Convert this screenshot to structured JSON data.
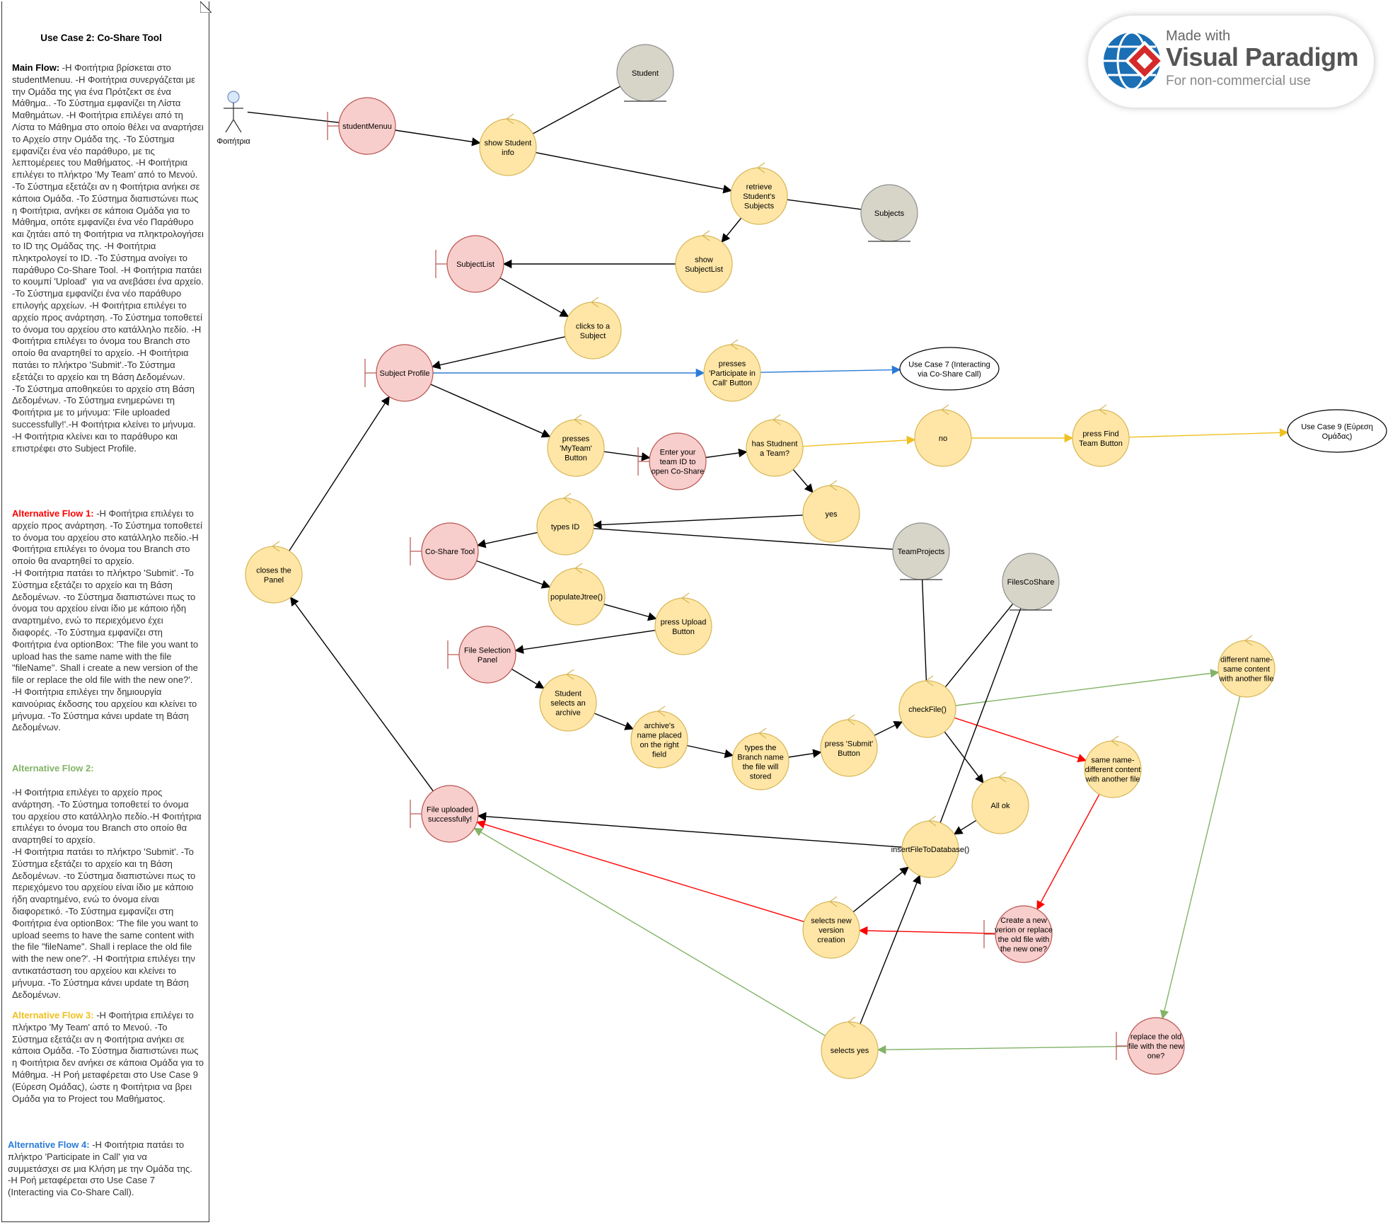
{
  "note": {
    "title": "Use Case 2: Co-Share Tool",
    "main_flow_heading": "Main Flow:",
    "main_flow_text": " -Η Φοιτήτρια βρίσκεται στο studentMenuu. -Η Φοιτήτρια συνεργάζεται με την Ομάδα της για ένα Πρότζεκτ σε ένα Μάθημα.. -Το Σύστημα εμφανίζει τη Λίστα Μαθημάτων. -Η Φοιτήτρια επιλέγει από τη Λίστα το Μάθημα στο οποίο θέλει να αναρτήσει το Αρχείο στην Ομάδα της. -Το Σύστημα εμφανίζει ένα νέο παράθυρο, με τις λεπτομέρειες του Μαθήματος. -Η Φοιτήτρια επιλέγει το πλήκτρο 'My Team' από το Μενού. -Το Σύστημα εξετάζει αν η Φοιτήτρια ανήκει σε κάποια Ομάδα. -Το Σύστημα διαπιστώνει πως η Φοιτήτρια, ανήκει σε κάποια Ομάδα για το Μάθημα, οπότε εμφανίζει ένα νέο Παράθυρο και ζητάει από τη Φοιτήτρια να πληκτρολογήσει το ID της Ομάδας της. -Η Φοιτήτρια πληκτρολογεί το ID. -Το Σύστημα ανοίγει το παράθυρο Co-Share Tool. -Η Φοιτήτρια πατάει το κουμπί 'Upload'  για να ανεβάσει ένα αρχείο. -Το Σύστημα εμφανίζει ένα νέο παράθυρο επιλογής αρχείων. -Η Φοιτήτρια επιλέγει το αρχείο προς ανάρτηση. -Το Σύστημα τοποθετεί το όνομα του αρχείου στο κατάλληλο πεδίο. -Η Φοιτήτρια επιλέγει το όνομα του Branch στο οποίο θα αναρτηθεί το αρχείο. -Η Φοιτήτρια πατάει το πλήκτρο 'Submit'.-Το Σύστημα εξετάζει το αρχείο και τη Βάση Δεδομένων.\n-Το Σύστημα αποθηκεύει το αρχείο στη Βάση Δεδομένων. -Το Σύστημα ενημερώνει τη Φοιτήτρια με το μήνυμα: 'File uploaded successfully!'.-Η Φοιτήτρια κλείνει το μήνυμα. -Η Φοιτήτρια κλείνει και το παράθυρο και επιστρέφει στο Subject Profile.",
    "alt1_heading": "Alternative Flow 1:",
    "alt1_text": " -Η Φοιτήτρια επιλέγει το αρχείο προς ανάρτηση. -Το Σύστημα τοποθετεί το όνομα του αρχείου στο κατάλληλο πεδίο.-Η Φοιτήτρια επιλέγει το όνομα του Branch στο οποίο θα αναρτηθεί το αρχείο.\n-Η Φοιτήτρια πατάει το πλήκτρο 'Submit'. -Το Σύστημα εξετάζει το αρχείο και τη Βάση Δεδομένων. -το Σύστημα διαπιστώνει πως το όνομα του αρχείου είναι ίδιο με κάποιο ήδη αναρτημένο, ενώ το περιεχόμενο έχει διαφορές. -Το Σύστημα εμφανίζει στη Φοιτήτρια ένα optionBox: 'The file you want to upload has the same name with the file \"fileName\". Shall i create a new version of the file or replace the old file with the new one?'. -Η Φοιτήτρια επιλέγει την δημιουργία καινούριας έκδοσης του αρχείου και κλείνει το μήνυμα. -Το Σύστημα κάνει update τη Βάση Δεδομένων.",
    "alt2_heading": "Alternative Flow 2:",
    "alt2_text": "-Η Φοιτήτρια επιλέγει το αρχείο προς ανάρτηση. -Το Σύστημα τοποθετεί το όνομα του αρχείου στο κατάλληλο πεδίο.-Η Φοιτήτρια επιλέγει το όνομα του Branch στο οποίο θα αναρτηθεί το αρχείο.\n-Η Φοιτήτρια πατάει το πλήκτρο 'Submit'. -Το Σύστημα εξετάζει το αρχείο και τη Βάση Δεδομένων. -το Σύστημα διαπιστώνει πως το περιεχόμενο του αρχείου είναι ίδιο με κάποιο ήδη αναρτημένο, ενώ το όνομα είναι διαφορετικό. -Το Σύστημα εμφανίζει στη Φοιτήτρια ένα optionBox: 'The file you want to upload seems to have the same content with the file \"fileName\". Shall i replace the old file with the new one?'. -Η Φοιτήτρια επιλέγει την αντικατάσταση του αρχείου και κλείνει το μήνυμα. -Το Σύστημα κάνει update τη Βάση Δεδομένων.",
    "alt3_heading": "Alternative Flow 3:",
    "alt3_text": " -Η Φοιτήτρια επιλέγει το πλήκτρο 'My Team' από το Μενού. -Το Σύστημα εξετάζει αν η Φοιτήτρια ανήκει σε κάποια Ομάδα. -Το Σύστημα διαπιστώνει πως η Φοιτήτρια δεν ανήκει σε κάποια Ομάδα για το Μάθημα. -Η Ροή μεταφέρεται στο Use Case 9 (Εύρεση Ομάδας), ώστε η Φοιτήτρια να βρει Ομάδα για το Project του Μαθήματος.",
    "alt4_heading": "Alternative Flow 4:",
    "alt4_text": " -Η Φοιτήτρια πατάει το πλήκτρο 'Participate in Call' για να συμμετάσχει σε μια Κλήση με την Ομάδα της. -Η Ροή μεταφέρεται στο Use Case 7 (Interacting via Co-Share Call)."
  },
  "colors": {
    "control_fill": "#ffe6a6",
    "control_stroke": "#d6b656",
    "boundary_fill": "#f8cecc",
    "boundary_stroke": "#b85450",
    "entity_fill": "#d6d5c8",
    "entity_stroke": "#909090",
    "main_flow": "#000000",
    "alt1": "#ff0000",
    "alt2": "#82b366",
    "alt3": "#f0c020",
    "alt4": "#2b7bd6"
  },
  "badge": {
    "made_with": "Made with",
    "brand": "Visual Paradigm",
    "sub": "For non-commercial use"
  },
  "diagram": {
    "actor": {
      "id": "actor",
      "label": "Φοιτήτρια"
    },
    "nodes": [
      {
        "id": "studentMenuu",
        "type": "boundary",
        "lines": [
          "studentMenuu"
        ]
      },
      {
        "id": "showStudentInfo",
        "type": "control",
        "lines": [
          "show Student",
          "info"
        ]
      },
      {
        "id": "student",
        "type": "entity",
        "lines": [
          "Student"
        ]
      },
      {
        "id": "retrieveSubjects",
        "type": "control",
        "lines": [
          "retrieve",
          "Student's",
          "Subjects"
        ]
      },
      {
        "id": "subjects",
        "type": "entity",
        "lines": [
          "Subjects"
        ]
      },
      {
        "id": "showSubjectList",
        "type": "control",
        "lines": [
          "show",
          "SubjectList"
        ]
      },
      {
        "id": "subjectList",
        "type": "boundary",
        "lines": [
          "SubjectList"
        ]
      },
      {
        "id": "clicksSubject",
        "type": "control",
        "lines": [
          "clicks to a",
          "Subject"
        ]
      },
      {
        "id": "subjectProfile",
        "type": "boundary",
        "lines": [
          "Subject Profile"
        ]
      },
      {
        "id": "pressesParticipate",
        "type": "control",
        "lines": [
          "presses",
          "'Participate in",
          "Call' Button"
        ]
      },
      {
        "id": "useCase7",
        "type": "usecase",
        "lines": [
          "Use Case 7 (Interacting",
          "via Co-Share Call)"
        ]
      },
      {
        "id": "pressesMyTeam",
        "type": "control",
        "lines": [
          "presses",
          "'MyTeam'",
          "Button"
        ]
      },
      {
        "id": "enterTeamId",
        "type": "boundary",
        "lines": [
          "Enter your",
          "team ID to",
          "open Co-Share"
        ]
      },
      {
        "id": "hasTeam",
        "type": "control",
        "lines": [
          "has Studnent",
          "a Team?"
        ]
      },
      {
        "id": "no",
        "type": "control",
        "lines": [
          "no"
        ]
      },
      {
        "id": "pressFindTeam",
        "type": "control",
        "lines": [
          "press Find",
          "Team Button"
        ]
      },
      {
        "id": "useCase9",
        "type": "usecase",
        "lines": [
          "Use Case 9 (Εύρεση",
          "Ομάδας)"
        ]
      },
      {
        "id": "yes",
        "type": "control",
        "lines": [
          "yes"
        ]
      },
      {
        "id": "typesId",
        "type": "control",
        "lines": [
          "types ID"
        ]
      },
      {
        "id": "coShareTool",
        "type": "boundary",
        "lines": [
          "Co-Share Tool"
        ]
      },
      {
        "id": "teamProjects",
        "type": "entity",
        "lines": [
          "TeamProjects"
        ]
      },
      {
        "id": "populateJtree",
        "type": "control",
        "lines": [
          "populateJtree()"
        ]
      },
      {
        "id": "pressUpload",
        "type": "control",
        "lines": [
          "press Upload",
          "Button"
        ]
      },
      {
        "id": "filesCoShare",
        "type": "entity",
        "lines": [
          "FilesCoShare"
        ]
      },
      {
        "id": "fileSelectionPanel",
        "type": "boundary",
        "lines": [
          "File Selection",
          "Panel"
        ]
      },
      {
        "id": "studentSelectsArchive",
        "type": "control",
        "lines": [
          "Student",
          "selects an",
          "archive"
        ]
      },
      {
        "id": "archiveNamePlaced",
        "type": "control",
        "lines": [
          "archive's",
          "name placed",
          "on the right",
          "field"
        ]
      },
      {
        "id": "typesBranch",
        "type": "control",
        "lines": [
          "types the",
          "Branch name",
          "the file will",
          "stored"
        ]
      },
      {
        "id": "pressSubmit",
        "type": "control",
        "lines": [
          "press 'Submit'",
          "Button"
        ]
      },
      {
        "id": "checkFile",
        "type": "control",
        "lines": [
          "checkFile()"
        ]
      },
      {
        "id": "differentName",
        "type": "control",
        "lines": [
          "different name-",
          "same content",
          "with another file"
        ]
      },
      {
        "id": "sameName",
        "type": "control",
        "lines": [
          "same name-",
          "different content",
          "with another file"
        ]
      },
      {
        "id": "allOk",
        "type": "control",
        "lines": [
          "All ok"
        ]
      },
      {
        "id": "insertFile",
        "type": "control",
        "lines": [
          "insertFileToDatabase()"
        ]
      },
      {
        "id": "fileUploaded",
        "type": "boundary",
        "lines": [
          "File uploaded",
          "successfully!"
        ]
      },
      {
        "id": "closesPanel",
        "type": "control",
        "lines": [
          "closes the",
          "Panel"
        ]
      },
      {
        "id": "selectsNewVersion",
        "type": "control",
        "lines": [
          "selects new",
          "version",
          "creation"
        ]
      },
      {
        "id": "createNewVersion",
        "type": "boundary",
        "lines": [
          "Create a new",
          "verion or replace",
          "the old file with",
          "the new one?"
        ]
      },
      {
        "id": "selectsYes",
        "type": "control",
        "lines": [
          "selects yes"
        ]
      },
      {
        "id": "replaceOldFile",
        "type": "boundary",
        "lines": [
          "replace the old",
          "file with the new",
          "one?"
        ]
      }
    ],
    "edges": [
      {
        "from": "actor",
        "to": "studentMenuu",
        "flow": "assoc"
      },
      {
        "from": "studentMenuu",
        "to": "showStudentInfo",
        "flow": "main"
      },
      {
        "from": "showStudentInfo",
        "to": "student",
        "flow": "assoc"
      },
      {
        "from": "showStudentInfo",
        "to": "retrieveSubjects",
        "flow": "main"
      },
      {
        "from": "retrieveSubjects",
        "to": "subjects",
        "flow": "assoc"
      },
      {
        "from": "retrieveSubjects",
        "to": "showSubjectList",
        "flow": "main"
      },
      {
        "from": "showSubjectList",
        "to": "subjectList",
        "flow": "main"
      },
      {
        "from": "subjectList",
        "to": "clicksSubject",
        "flow": "main"
      },
      {
        "from": "clicksSubject",
        "to": "subjectProfile",
        "flow": "main"
      },
      {
        "from": "subjectProfile",
        "to": "pressesParticipate",
        "flow": "alt4"
      },
      {
        "from": "pressesParticipate",
        "to": "useCase7",
        "flow": "alt4"
      },
      {
        "from": "subjectProfile",
        "to": "pressesMyTeam",
        "flow": "main"
      },
      {
        "from": "pressesMyTeam",
        "to": "enterTeamId",
        "flow": "main"
      },
      {
        "from": "enterTeamId",
        "to": "hasTeam",
        "flow": "main"
      },
      {
        "from": "hasTeam",
        "to": "no",
        "flow": "alt3"
      },
      {
        "from": "no",
        "to": "pressFindTeam",
        "flow": "alt3"
      },
      {
        "from": "pressFindTeam",
        "to": "useCase9",
        "flow": "alt3"
      },
      {
        "from": "hasTeam",
        "to": "yes",
        "flow": "main"
      },
      {
        "from": "yes",
        "to": "typesId",
        "flow": "main"
      },
      {
        "from": "typesId",
        "to": "coShareTool",
        "flow": "main"
      },
      {
        "from": "typesId",
        "to": "teamProjects",
        "flow": "assoc"
      },
      {
        "from": "coShareTool",
        "to": "populateJtree",
        "flow": "main"
      },
      {
        "from": "populateJtree",
        "to": "pressUpload",
        "flow": "main"
      },
      {
        "from": "pressUpload",
        "to": "fileSelectionPanel",
        "flow": "main"
      },
      {
        "from": "fileSelectionPanel",
        "to": "studentSelectsArchive",
        "flow": "main"
      },
      {
        "from": "studentSelectsArchive",
        "to": "archiveNamePlaced",
        "flow": "main"
      },
      {
        "from": "archiveNamePlaced",
        "to": "typesBranch",
        "flow": "main"
      },
      {
        "from": "typesBranch",
        "to": "pressSubmit",
        "flow": "main"
      },
      {
        "from": "pressSubmit",
        "to": "checkFile",
        "flow": "main"
      },
      {
        "from": "checkFile",
        "to": "teamProjects",
        "flow": "assoc"
      },
      {
        "from": "checkFile",
        "to": "filesCoShare",
        "flow": "assoc"
      },
      {
        "from": "checkFile",
        "to": "differentName",
        "flow": "alt2"
      },
      {
        "from": "checkFile",
        "to": "sameName",
        "flow": "alt1"
      },
      {
        "from": "checkFile",
        "to": "allOk",
        "flow": "main"
      },
      {
        "from": "allOk",
        "to": "insertFile",
        "flow": "main"
      },
      {
        "from": "insertFile",
        "to": "filesCoShare",
        "flow": "assoc"
      },
      {
        "from": "insertFile",
        "to": "fileUploaded",
        "flow": "main"
      },
      {
        "from": "fileUploaded",
        "to": "closesPanel",
        "flow": "main"
      },
      {
        "from": "closesPanel",
        "to": "subjectProfile",
        "flow": "main"
      },
      {
        "from": "sameName",
        "to": "createNewVersion",
        "flow": "alt1"
      },
      {
        "from": "createNewVersion",
        "to": "selectsNewVersion",
        "flow": "alt1"
      },
      {
        "from": "selectsNewVersion",
        "to": "fileUploaded",
        "flow": "alt1"
      },
      {
        "from": "selectsNewVersion",
        "to": "insertFile",
        "flow": "main"
      },
      {
        "from": "differentName",
        "to": "replaceOldFile",
        "flow": "alt2"
      },
      {
        "from": "replaceOldFile",
        "to": "selectsYes",
        "flow": "alt2"
      },
      {
        "from": "selectsYes",
        "to": "fileUploaded",
        "flow": "alt2"
      },
      {
        "from": "selectsYes",
        "to": "insertFile",
        "flow": "main"
      }
    ]
  }
}
